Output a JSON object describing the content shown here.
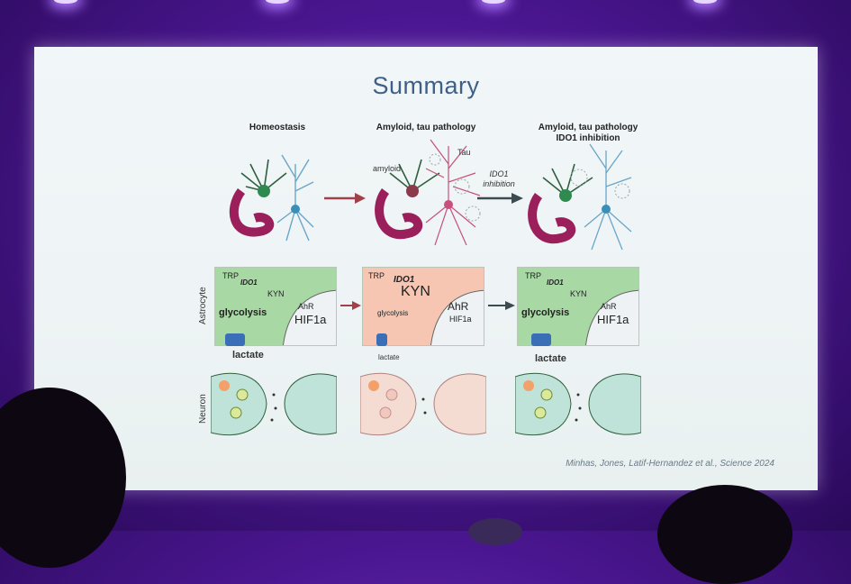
{
  "slide": {
    "title": "Summary",
    "citation": "Minhas, Jones, Latif-Hernandez et al., Science 2024"
  },
  "top_row": {
    "columns": [
      {
        "title": "Homeostasis"
      },
      {
        "title": "Amyloid, tau pathology",
        "labels": {
          "amyloid": "amyloid",
          "tau": "Tau"
        }
      },
      {
        "title_line1": "Amyloid, tau pathology",
        "title_line2": "IDO1 inhibition"
      }
    ],
    "arrow_label_line1": "IDO1",
    "arrow_label_line2": "inhibition"
  },
  "row_labels": {
    "astrocyte": "Astrocyte",
    "neuron": "Neuron"
  },
  "astrocyte_panels": [
    {
      "trp": "TRP",
      "ido1": "IDO1",
      "kyn": "KYN",
      "ahr": "AhR",
      "hif": "HIF1a",
      "glycolysis": "glycolysis",
      "lactate": "lactate",
      "fill": "#a8d8a4"
    },
    {
      "trp": "TRP",
      "ido1": "IDO1",
      "kyn": "KYN",
      "ahr": "AhR",
      "hif": "HIF1a",
      "glycolysis": "glycolysis",
      "lactate": "lactate",
      "fill": "#f6c6b2"
    },
    {
      "trp": "TRP",
      "ido1": "IDO1",
      "kyn": "KYN",
      "ahr": "AhR",
      "hif": "HIF1a",
      "glycolysis": "glycolysis",
      "lactate": "lactate",
      "fill": "#a8d8a4"
    }
  ],
  "colors": {
    "slide_bg": "#eef4f5",
    "title": "#3f5f86",
    "stage": "#4a1690",
    "neuron_teal": "#bfe3d8",
    "neuron_pink": "#f5dcd2",
    "red_arrow": "#a0404a",
    "dark_arrow": "#3d4b50"
  }
}
